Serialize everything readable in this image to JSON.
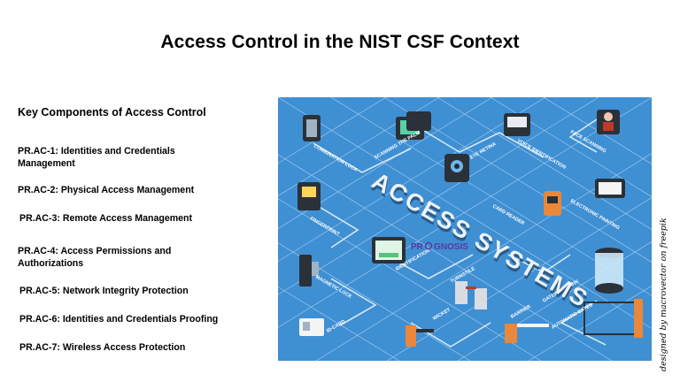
{
  "title": "Access Control in the NIST CSF Context",
  "components": {
    "heading": "Key Components of Access Control",
    "items": [
      {
        "line1": "PR.AC-1: Identities and Credentials",
        "line2": "Management"
      },
      {
        "line1": "PR.AC-2: Physical Access Management",
        "line2": ""
      },
      {
        "line1": "PR.AC-3: Remote Access Management",
        "line2": ""
      },
      {
        "line1": "PR.AC-4: Access Permissions and",
        "line2": "Authorizations"
      },
      {
        "line1": "PR.AC-5: Network Integrity Protection",
        "line2": ""
      },
      {
        "line1": "PR.AC-6: Identities and Credentials Proofing",
        "line2": ""
      },
      {
        "line1": "PR.AC-7: Wireless Access Protection",
        "line2": ""
      }
    ]
  },
  "illustration": {
    "headline": "ACCESS SYSTEMS",
    "watermark": {
      "pr": "PR",
      "gnosis": "GNOSIS"
    },
    "labels": {
      "combination_lock": "COMBINATION LOCK",
      "scanning_palm": "SCANNING THE PALM",
      "voice_identification": "VOICE IDENTIFICATION",
      "face_scanning": "FACE SCANNING",
      "eye_retina": "EYE RETINA",
      "fingerprint": "FINGERPRINT",
      "card_reader": "CARD READER",
      "electronic_painting": "ELECTRONIC PAINTING",
      "identification": "IDENTIFICATION",
      "turnstile": "TURNSTILE",
      "magnetic_lock": "MAGNETIC LOCK",
      "gateway_cabin": "GATEWAY CABIN",
      "automatic_gates": "AUTOMATIC GATES",
      "id_card": "ID-CARD",
      "wicket": "WICKET",
      "barrier": "BARRIER"
    },
    "colors": {
      "background": "#3f8fd3",
      "grid": "#cfe6f7",
      "accent": "#e9873a",
      "device": "#2b3138"
    }
  },
  "credit": "designed by macrovector on freepik"
}
